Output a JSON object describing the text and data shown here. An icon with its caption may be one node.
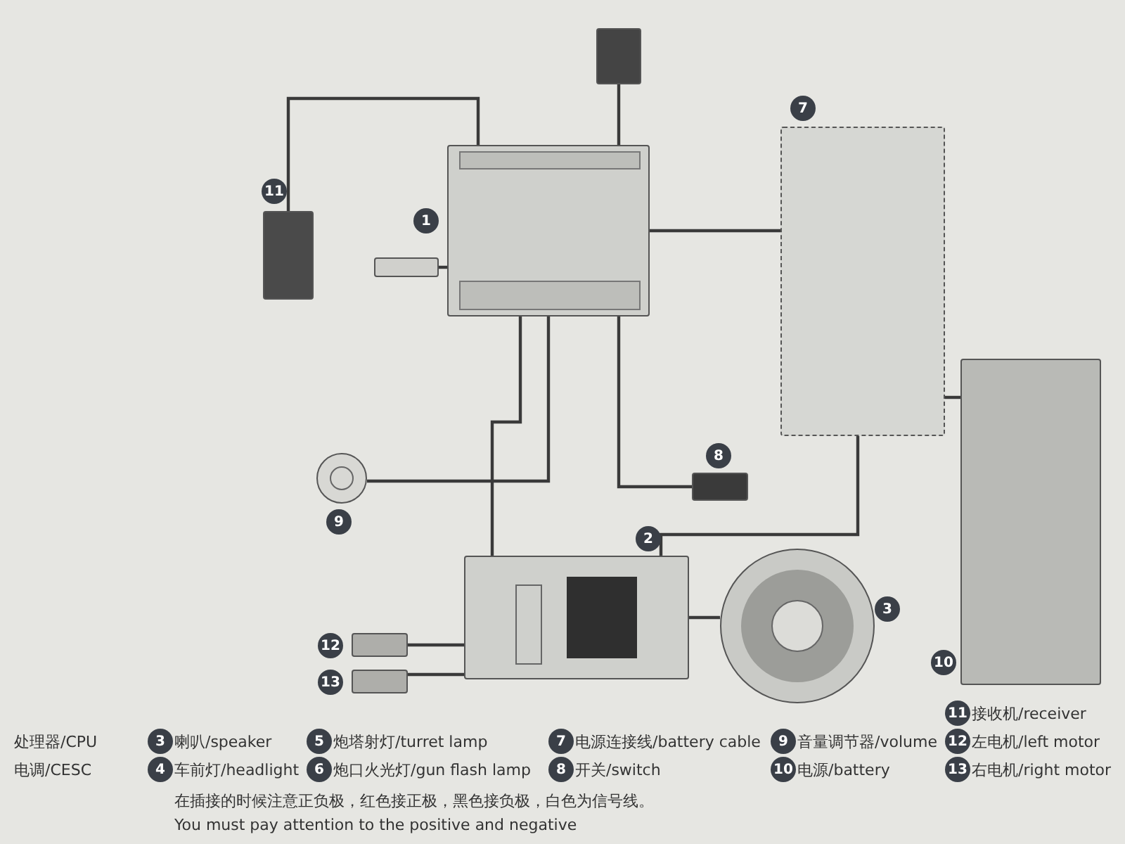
{
  "diagram": {
    "nodes": [
      {
        "text": [],
        "shape": "box",
        "beside": [
          "1"
        ]
      },
      {
        "text": [],
        "shape": "box",
        "beside": [
          "2"
        ]
      },
      {
        "text": [],
        "shape": "circle",
        "beside": [
          "3"
        ]
      },
      {
        "text": [],
        "shape": "box",
        "beside": [
          "7"
        ]
      },
      {
        "text": [],
        "shape": "box",
        "beside": [
          "8"
        ]
      },
      {
        "text": [],
        "shape": "circle",
        "beside": [
          "9"
        ]
      },
      {
        "text": [],
        "shape": "box",
        "beside": [
          "10"
        ]
      },
      {
        "text": [],
        "shape": "box",
        "beside": [
          "11"
        ]
      },
      {
        "text": [],
        "shape": "box",
        "beside": [
          "12"
        ]
      },
      {
        "text": [],
        "shape": "box",
        "beside": [
          "13"
        ]
      },
      {
        "text": [],
        "shape": "box"
      },
      {
        "text": [],
        "shape": "box"
      }
    ],
    "edges": [
      {
        "from": 7,
        "to": 0,
        "arrow": "none"
      },
      {
        "from": 10,
        "to": 0,
        "arrow": "none"
      },
      {
        "from": 11,
        "to": 0,
        "arrow": "none"
      },
      {
        "from": 0,
        "to": 1,
        "arrow": "none"
      },
      {
        "from": 5,
        "to": 0,
        "arrow": "none"
      },
      {
        "from": 4,
        "to": 0,
        "arrow": "none"
      },
      {
        "from": 3,
        "to": 0,
        "arrow": "none"
      },
      {
        "from": 3,
        "to": 6,
        "arrow": "none"
      },
      {
        "from": 3,
        "to": 1,
        "arrow": "none"
      },
      {
        "from": 1,
        "to": 2,
        "arrow": "none"
      },
      {
        "from": 1,
        "to": 8,
        "arrow": "none"
      },
      {
        "from": 1,
        "to": 9,
        "arrow": "none"
      }
    ],
    "labels": [
      "处理器/CPU",
      "电调/CESC",
      "3",
      "喇叭/speaker",
      "4",
      "车前灯/headlight",
      "5",
      "炮塔射灯/turret lamp",
      "6",
      "炮口火光灯/gun flash lamp",
      "7",
      "电源连接线/battery cable",
      "8",
      "开关/switch",
      "9",
      "音量调节器/volume",
      "10",
      "电源/battery",
      "11",
      "接收机/receiver",
      "12",
      "左电机/left motor",
      "13",
      "右电机/right motor",
      "在插接的时候注意正负极，红色接正极，黑色接负极，白色为信号线。",
      "You must pay attention to the positive and negative"
    ]
  }
}
